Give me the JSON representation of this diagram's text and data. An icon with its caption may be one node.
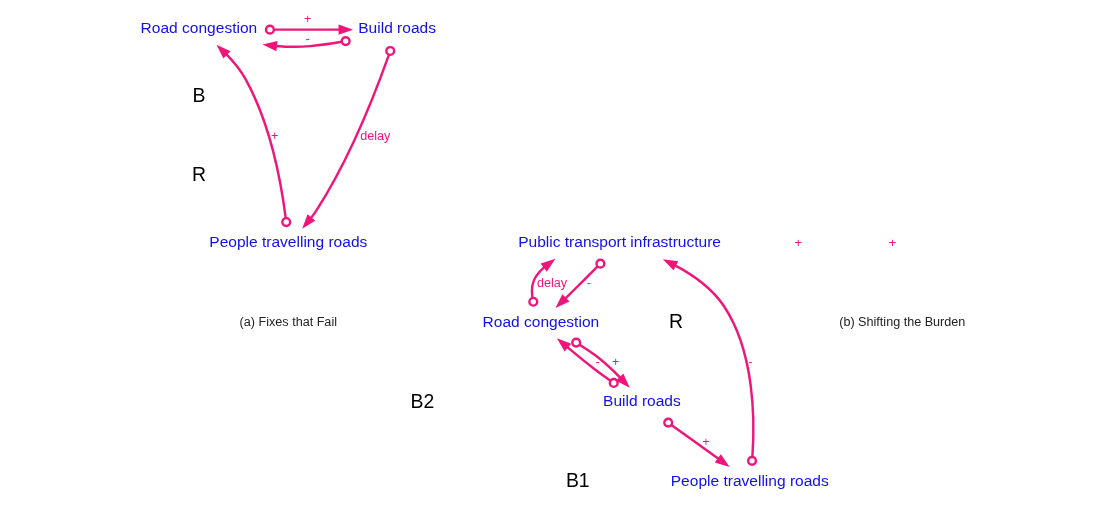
{
  "diagram": {
    "nodes": [
      {
        "text": [
          "Road congestion"
        ]
      },
      {
        "text": [
          "Build roads"
        ]
      },
      {
        "text": [
          "People travelling roads"
        ]
      },
      {
        "text": [
          "Build roads"
        ]
      },
      {
        "text": [
          "Road congestion"
        ]
      },
      {
        "text": [
          "People travelling roads"
        ]
      },
      {
        "text": [
          "Public transport infrastructure"
        ]
      }
    ],
    "edges": [
      {
        "from": 0,
        "to": 1,
        "arrow": "to",
        "label": "+"
      },
      {
        "from": 1,
        "to": 0,
        "arrow": "to",
        "label": "-"
      },
      {
        "from": 1,
        "to": 2,
        "arrow": "to",
        "label": "delay"
      },
      {
        "from": 2,
        "to": 0,
        "arrow": "to",
        "label": "+"
      },
      {
        "from": 4,
        "to": 3,
        "arrow": "to",
        "label": "+"
      },
      {
        "from": 3,
        "to": 4,
        "arrow": "to",
        "label": "-"
      },
      {
        "from": 3,
        "to": 5,
        "arrow": "to",
        "label": "+"
      },
      {
        "from": 5,
        "to": 6,
        "arrow": "to",
        "label": "-"
      },
      {
        "from": 4,
        "to": 6,
        "arrow": "to",
        "label": "delay"
      },
      {
        "from": 6,
        "to": 4,
        "arrow": "to",
        "label": "-"
      }
    ],
    "labels": [
      "B",
      "R",
      "+",
      "(a) Fixes that Fail",
      "B1",
      "R",
      "B2",
      "+",
      "(b) Shifting the Burden"
    ]
  }
}
